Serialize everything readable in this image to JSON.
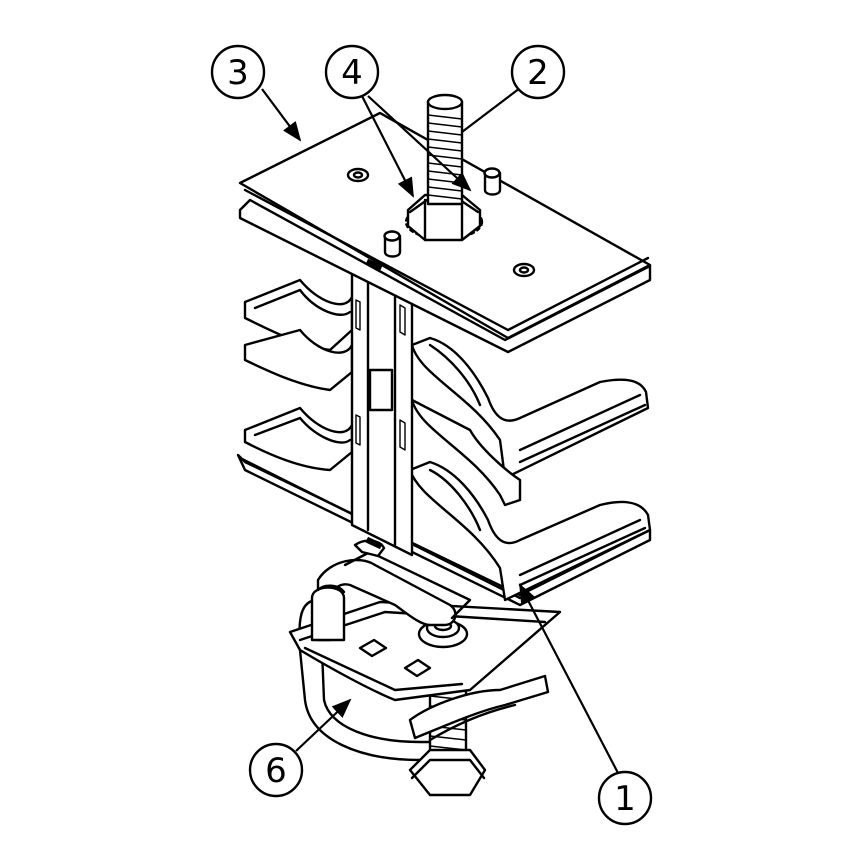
{
  "callouts": [
    {
      "label": "3"
    },
    {
      "label": "4"
    },
    {
      "label": "2"
    },
    {
      "label": "1"
    },
    {
      "label": "6"
    }
  ]
}
